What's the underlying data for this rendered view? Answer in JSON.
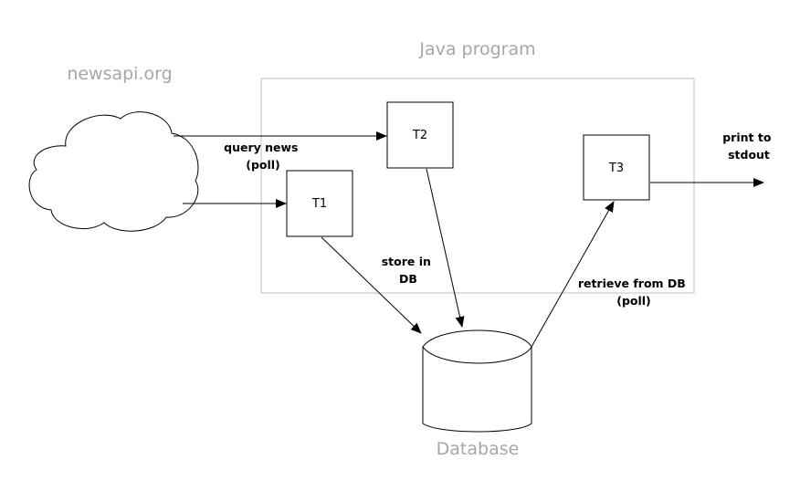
{
  "labels": {
    "container_title": "Java program",
    "cloud_title": "newsapi.org",
    "database_title": "Database"
  },
  "boxes": {
    "t1": "T1",
    "t2": "T2",
    "t3": "T3"
  },
  "edge_labels": {
    "query_news": [
      "query news",
      "(poll)"
    ],
    "store_in_db": [
      "store in",
      "DB"
    ],
    "retrieve_from_db": [
      "retrieve from DB",
      "(poll)"
    ],
    "print_to_stdout": [
      "print to",
      "stdout"
    ]
  },
  "colors": {
    "muted_text": "#a6a6a6",
    "container_border": "#bfbfbf",
    "stroke": "#000000"
  }
}
